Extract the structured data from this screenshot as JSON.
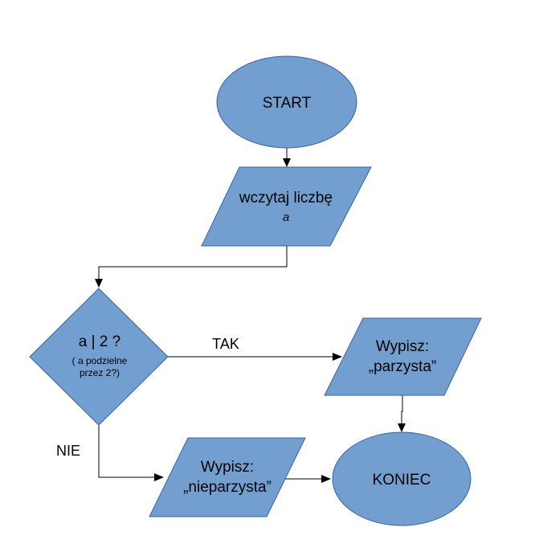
{
  "colors": {
    "shape_fill": "#729fcf",
    "shape_stroke": "#3465a4",
    "connector": "#000000"
  },
  "nodes": {
    "start": {
      "label": "START"
    },
    "input": {
      "line1": "wczytaj liczbę",
      "line2": "a"
    },
    "decision": {
      "line1": "a | 2  ?",
      "line2": "( a podzielne",
      "line3": "przez 2?)"
    },
    "even": {
      "line1": "Wypisz:",
      "line2": "„parzysta”"
    },
    "odd": {
      "line1": "Wypisz:",
      "line2": "„nieparzysta”"
    },
    "end": {
      "label": "KONIEC"
    }
  },
  "edges": {
    "yes_label": "TAK",
    "no_label": "NIE"
  }
}
